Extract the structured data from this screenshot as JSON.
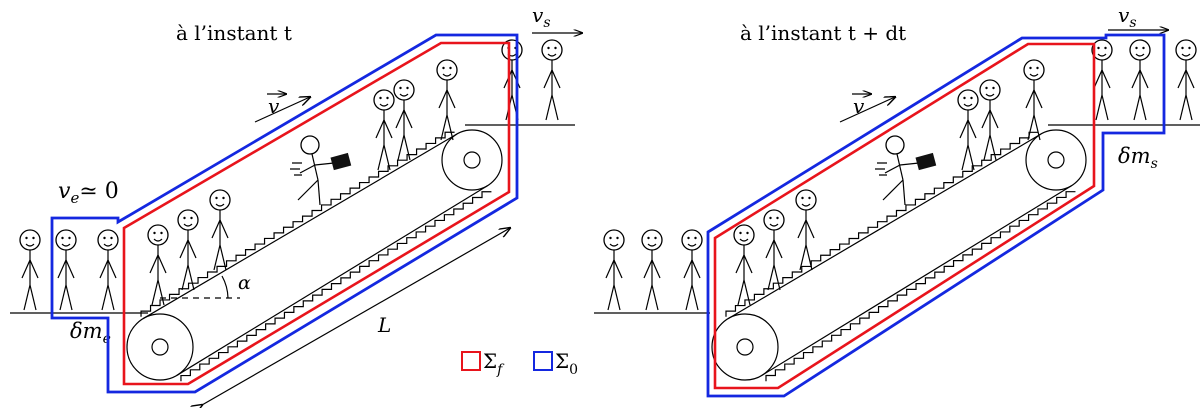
{
  "left_panel": {
    "title": "à l’instant t",
    "velocity_label": "v",
    "exit_speed_label": "v",
    "exit_speed_sub": "s",
    "entry_speed_label": "v",
    "entry_speed_sub": "e",
    "entry_speed_rel": "≃ 0",
    "entry_mass_label": "δm",
    "entry_mass_sub": "e",
    "angle_label": "α",
    "length_label": "L"
  },
  "right_panel": {
    "title": "à l’instant t + dt",
    "velocity_label": "v",
    "exit_speed_label": "v",
    "exit_speed_sub": "s",
    "exit_mass_label": "δm",
    "exit_mass_sub": "s"
  },
  "legend": {
    "items": [
      {
        "symbol": "Σ",
        "sub": "f",
        "color": "#e8141c"
      },
      {
        "symbol": "Σ",
        "sub": "0",
        "color": "#1428e0"
      }
    ]
  }
}
